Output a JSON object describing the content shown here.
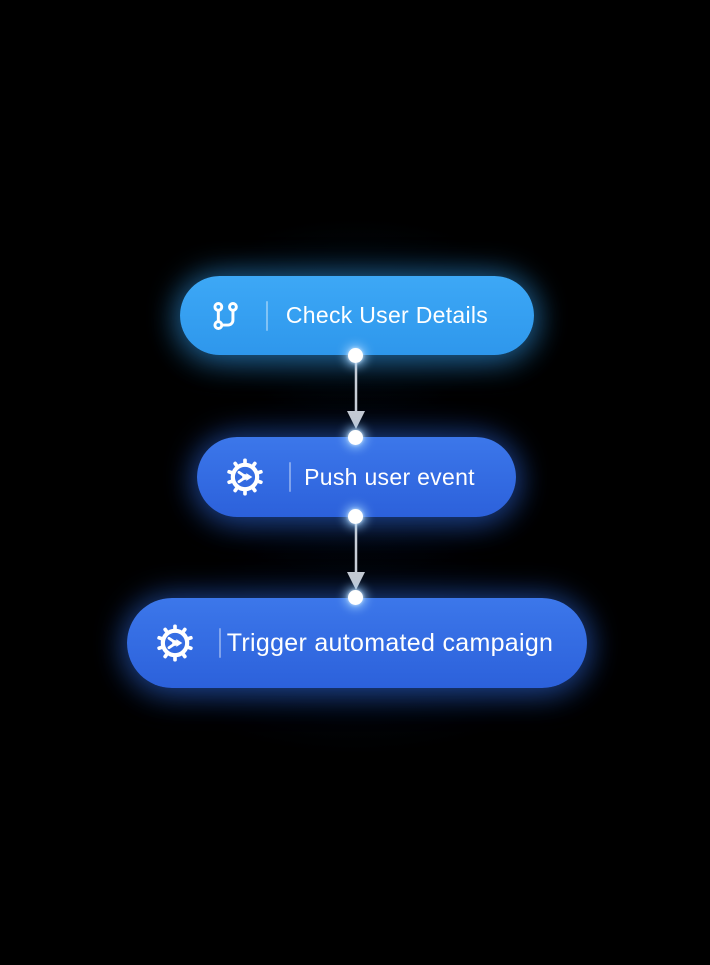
{
  "app": {
    "type": "workflow-automation-diagram",
    "background_color": "#000000"
  },
  "workflow": {
    "nodes": [
      {
        "label": "Check User Details",
        "icon": "git-branch-icon",
        "color_top": "#3DA8F6",
        "color_bottom": "#2E97EC",
        "glow_color": "#34A0F2",
        "text_color": "#FFFFFF"
      },
      {
        "label": "Push user event",
        "icon": "automation-gear-icon",
        "color_top": "#3C77EA",
        "color_bottom": "#2C61DB",
        "glow_color": "#2F6BE2",
        "text_color": "#FFFFFF"
      },
      {
        "label": "Trigger automated campaign",
        "icon": "automation-gear-icon",
        "color_top": "#3C77EA",
        "color_bottom": "#2C61DB",
        "glow_color": "#2F6BE2",
        "text_color": "#FFFFFF"
      }
    ],
    "connectors": [
      {
        "from": "Check User Details",
        "to": "Push user event",
        "style": "arrow-down",
        "line_color": "#C7CDD6"
      },
      {
        "from": "Push user event",
        "to": "Trigger automated campaign",
        "style": "arrow-down",
        "line_color": "#C7CDD6"
      }
    ],
    "port_color": "#FFFFFF",
    "divider_color": "rgba(255,255,255,0.38)"
  }
}
